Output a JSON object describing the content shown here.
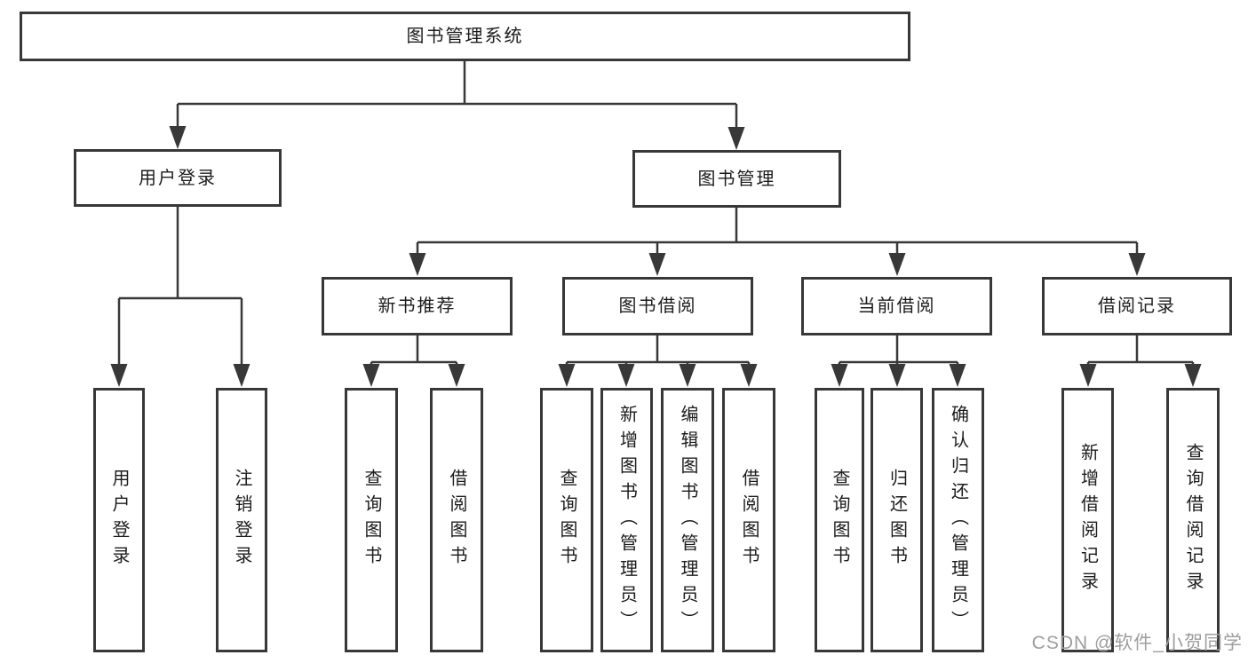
{
  "diagram_title": "图书管理系统",
  "nodes": {
    "root": "图书管理系统",
    "level2": [
      "用户登录",
      "图书管理"
    ],
    "level3": [
      "新书推荐",
      "图书借阅",
      "当前借阅",
      "借阅记录"
    ],
    "leaves": [
      "用户登录",
      "注销登录",
      "查询图书",
      "借阅图书",
      "查询图书",
      "新增图书（管理员）",
      "编辑图书（管理员）",
      "借阅图书",
      "查询图书",
      "归还图书",
      "确认归还（管理员）",
      "新增借阅记录",
      "查询借阅记录"
    ]
  },
  "watermark": "CSDN @软件_小贺同学",
  "colors": {
    "line": "#383838",
    "text": "#1c1c1c",
    "watermark": "#9e9e9e",
    "background": "#ffffff"
  }
}
